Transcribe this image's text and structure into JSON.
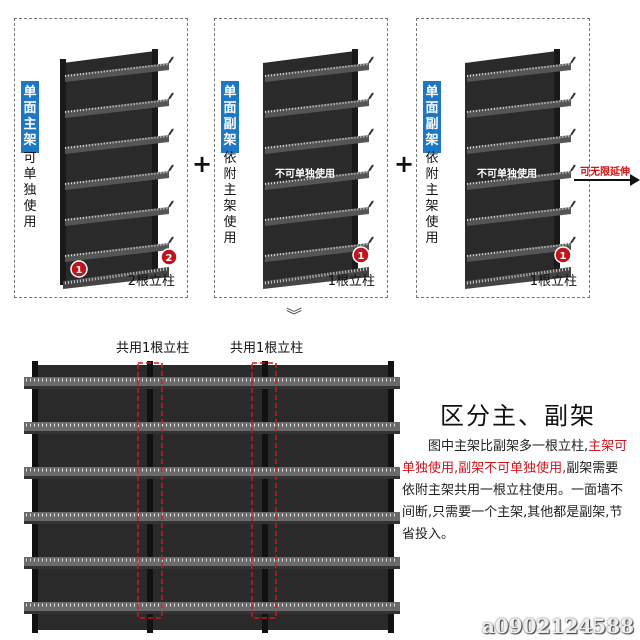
{
  "top": {
    "main_frame": {
      "tag": "单面主架",
      "note": "可单独使用",
      "pillars": "2根立柱",
      "badges": [
        "1",
        "2"
      ]
    },
    "sub_frame_1": {
      "tag": "单面副架",
      "note": "依附主架使用",
      "overlay": "不可单独使用",
      "pillars": "1根立柱",
      "badge": "1"
    },
    "sub_frame_2": {
      "tag": "单面副架",
      "note": "依附主架使用",
      "overlay": "不可单独使用",
      "pillars": "1根立柱",
      "badge": "1"
    },
    "plus": "+",
    "extend_label": "可无限延伸"
  },
  "bottom": {
    "down_symbol": "︾",
    "shared_labels": [
      "共用1根立柱",
      "共用1根立柱"
    ],
    "title": "区分主、副架",
    "desc_part1": "图中主架比副架多一根立柱,",
    "desc_red": "主架可单独使用,副架不可单独使用,",
    "desc_part2": "副架需要依附主架共用一根立柱使用。一面墙不间断,只需要一个主架,其他都是副架,节省投入。"
  },
  "watermark": "a0902124588",
  "colors": {
    "tag_blue": "#1d77c3",
    "accent_red": "#c8161d",
    "badge_red": "#c0141c",
    "shelf_dark": "#2a2a2a"
  }
}
